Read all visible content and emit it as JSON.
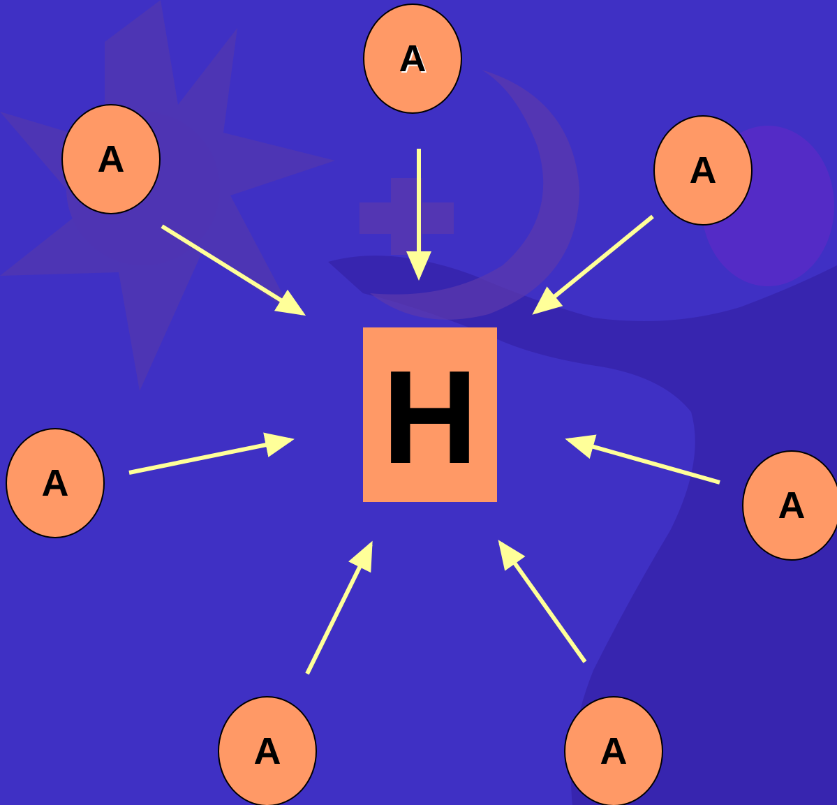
{
  "hub": {
    "label": "H"
  },
  "atoms": [
    {
      "label": "A"
    },
    {
      "label": "A"
    },
    {
      "label": "A"
    },
    {
      "label": "A"
    },
    {
      "label": "A"
    },
    {
      "label": "A"
    },
    {
      "label": "A"
    }
  ],
  "colors": {
    "background": "#3f30c4",
    "background_shape": "#4a2fb6",
    "node_fill": "#ff9966",
    "node_border": "#000000",
    "arrow": "#ffff99",
    "text": "#000000"
  }
}
